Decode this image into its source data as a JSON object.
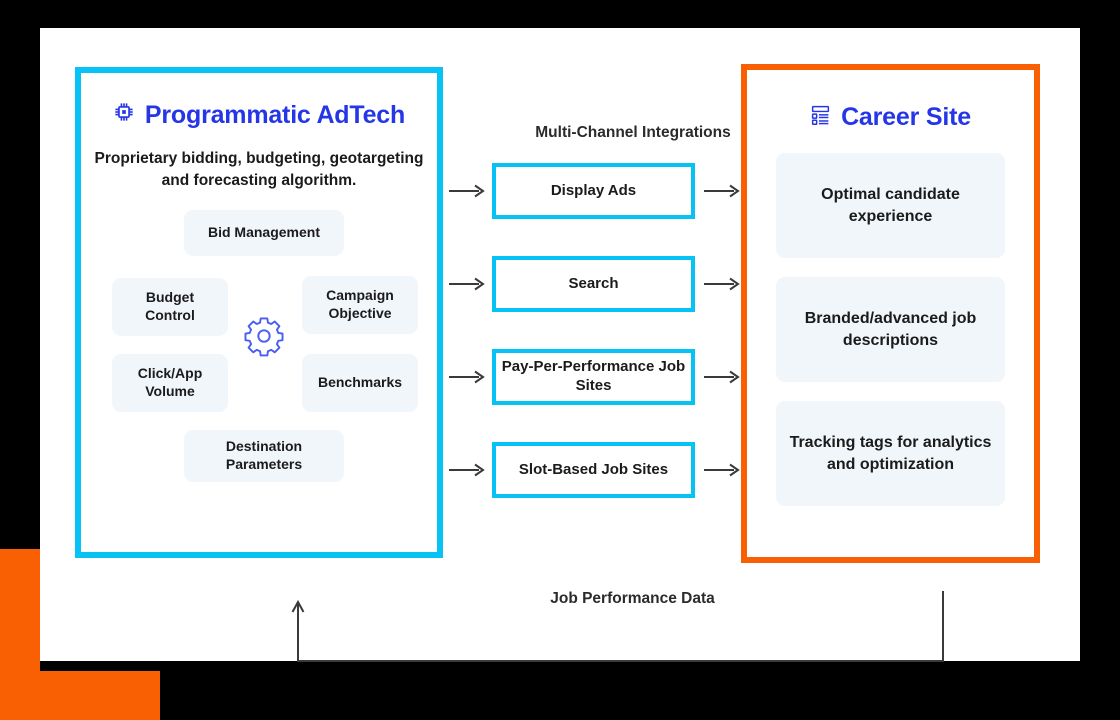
{
  "colors": {
    "cyan": "#06c2f5",
    "orange": "#f96003",
    "royal_blue": "#2536e8",
    "card_bg": "#f1f6fb",
    "arrow": "#3a3a3a",
    "page_bg": "#000000"
  },
  "left_panel": {
    "icon": "microchip-icon",
    "title": "Programmatic AdTech",
    "lead": "Proprietary bidding, budgeting, geotargeting and forecasting algorithm.",
    "center_icon": "gear-icon",
    "pills": [
      {
        "key": "bid",
        "label": "Bid Management"
      },
      {
        "key": "budget",
        "label": "Budget Control"
      },
      {
        "key": "campaign",
        "label": "Campaign Objective"
      },
      {
        "key": "click",
        "label": "Click/App Volume"
      },
      {
        "key": "benchmarks",
        "label": "Benchmarks"
      },
      {
        "key": "destination",
        "label": "Destination Parameters"
      }
    ]
  },
  "middle": {
    "label": "Multi-Channel Integrations",
    "channels": [
      {
        "label": "Display Ads"
      },
      {
        "label": "Search"
      },
      {
        "label": "Pay-Per-Performance Job Sites"
      },
      {
        "label": "Slot-Based Job Sites"
      }
    ]
  },
  "right_panel": {
    "icon": "article-list-icon",
    "title": "Career Site",
    "cards": [
      {
        "label": "Optimal candidate experience"
      },
      {
        "label": "Branded/advanced job descriptions"
      },
      {
        "label": "Tracking tags for analytics and optimization"
      }
    ]
  },
  "feedback": {
    "label": "Job Performance Data"
  }
}
